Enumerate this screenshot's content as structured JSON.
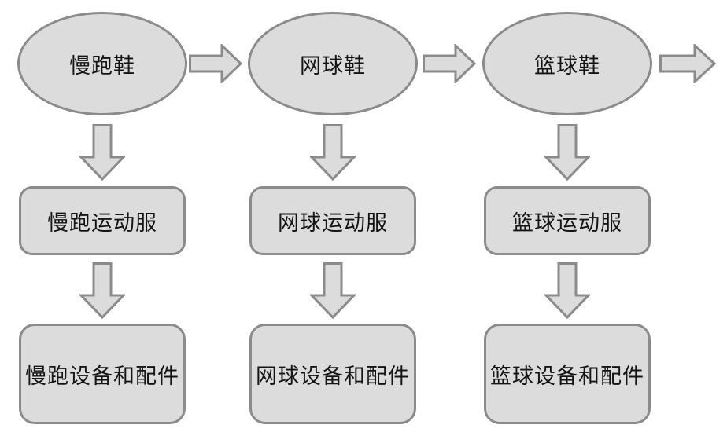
{
  "diagram": {
    "background": "#ffffff",
    "node_fill": "#dcdcdc",
    "node_stroke": "#8b8b8b",
    "text_color": "#141414",
    "columns": [
      {
        "top": "慢跑鞋",
        "middle": "慢跑运动服",
        "bottom": "慢跑设备和配件"
      },
      {
        "top": "网球鞋",
        "middle": "网球运动服",
        "bottom": "网球设备和配件"
      },
      {
        "top": "篮球鞋",
        "middle": "篮球运动服",
        "bottom": "篮球设备和配件"
      }
    ]
  }
}
